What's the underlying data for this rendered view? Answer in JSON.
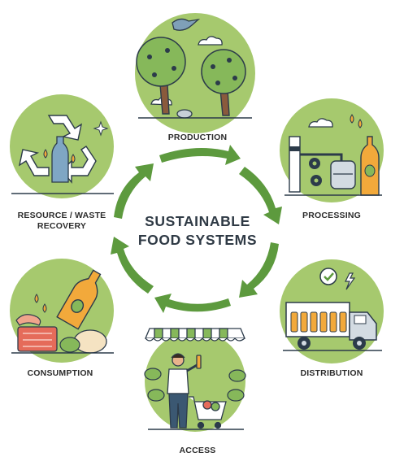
{
  "title": {
    "line1": "SUSTAINABLE",
    "line2": "FOOD SYSTEMS"
  },
  "stages": {
    "production": "PRODUCTION",
    "processing": "PROCESSING",
    "distribution": "DISTRIBUTION",
    "access": "ACCESS",
    "consumption": "CONSUMPTION",
    "recovery_line1": "RESOURCE / WASTE",
    "recovery_line2": "RECOVERY"
  },
  "colors": {
    "arrow_green": "#5d9a3e",
    "badge_green": "#a6c96e",
    "outline": "#2c3b4a",
    "orange": "#f2a93b"
  }
}
